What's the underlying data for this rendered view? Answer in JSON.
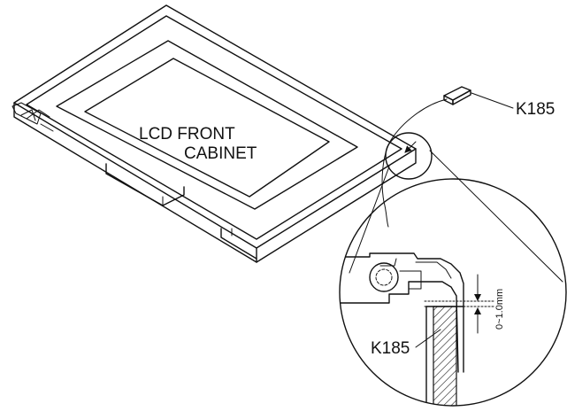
{
  "labels": {
    "cabinet_line1": "LCD FRONT",
    "cabinet_line2": "CABINET",
    "part_top": "K185",
    "part_detail": "K185",
    "gap_dimension": "0~1.0mm"
  },
  "colors": {
    "line": "#111111",
    "background": "#ffffff"
  }
}
